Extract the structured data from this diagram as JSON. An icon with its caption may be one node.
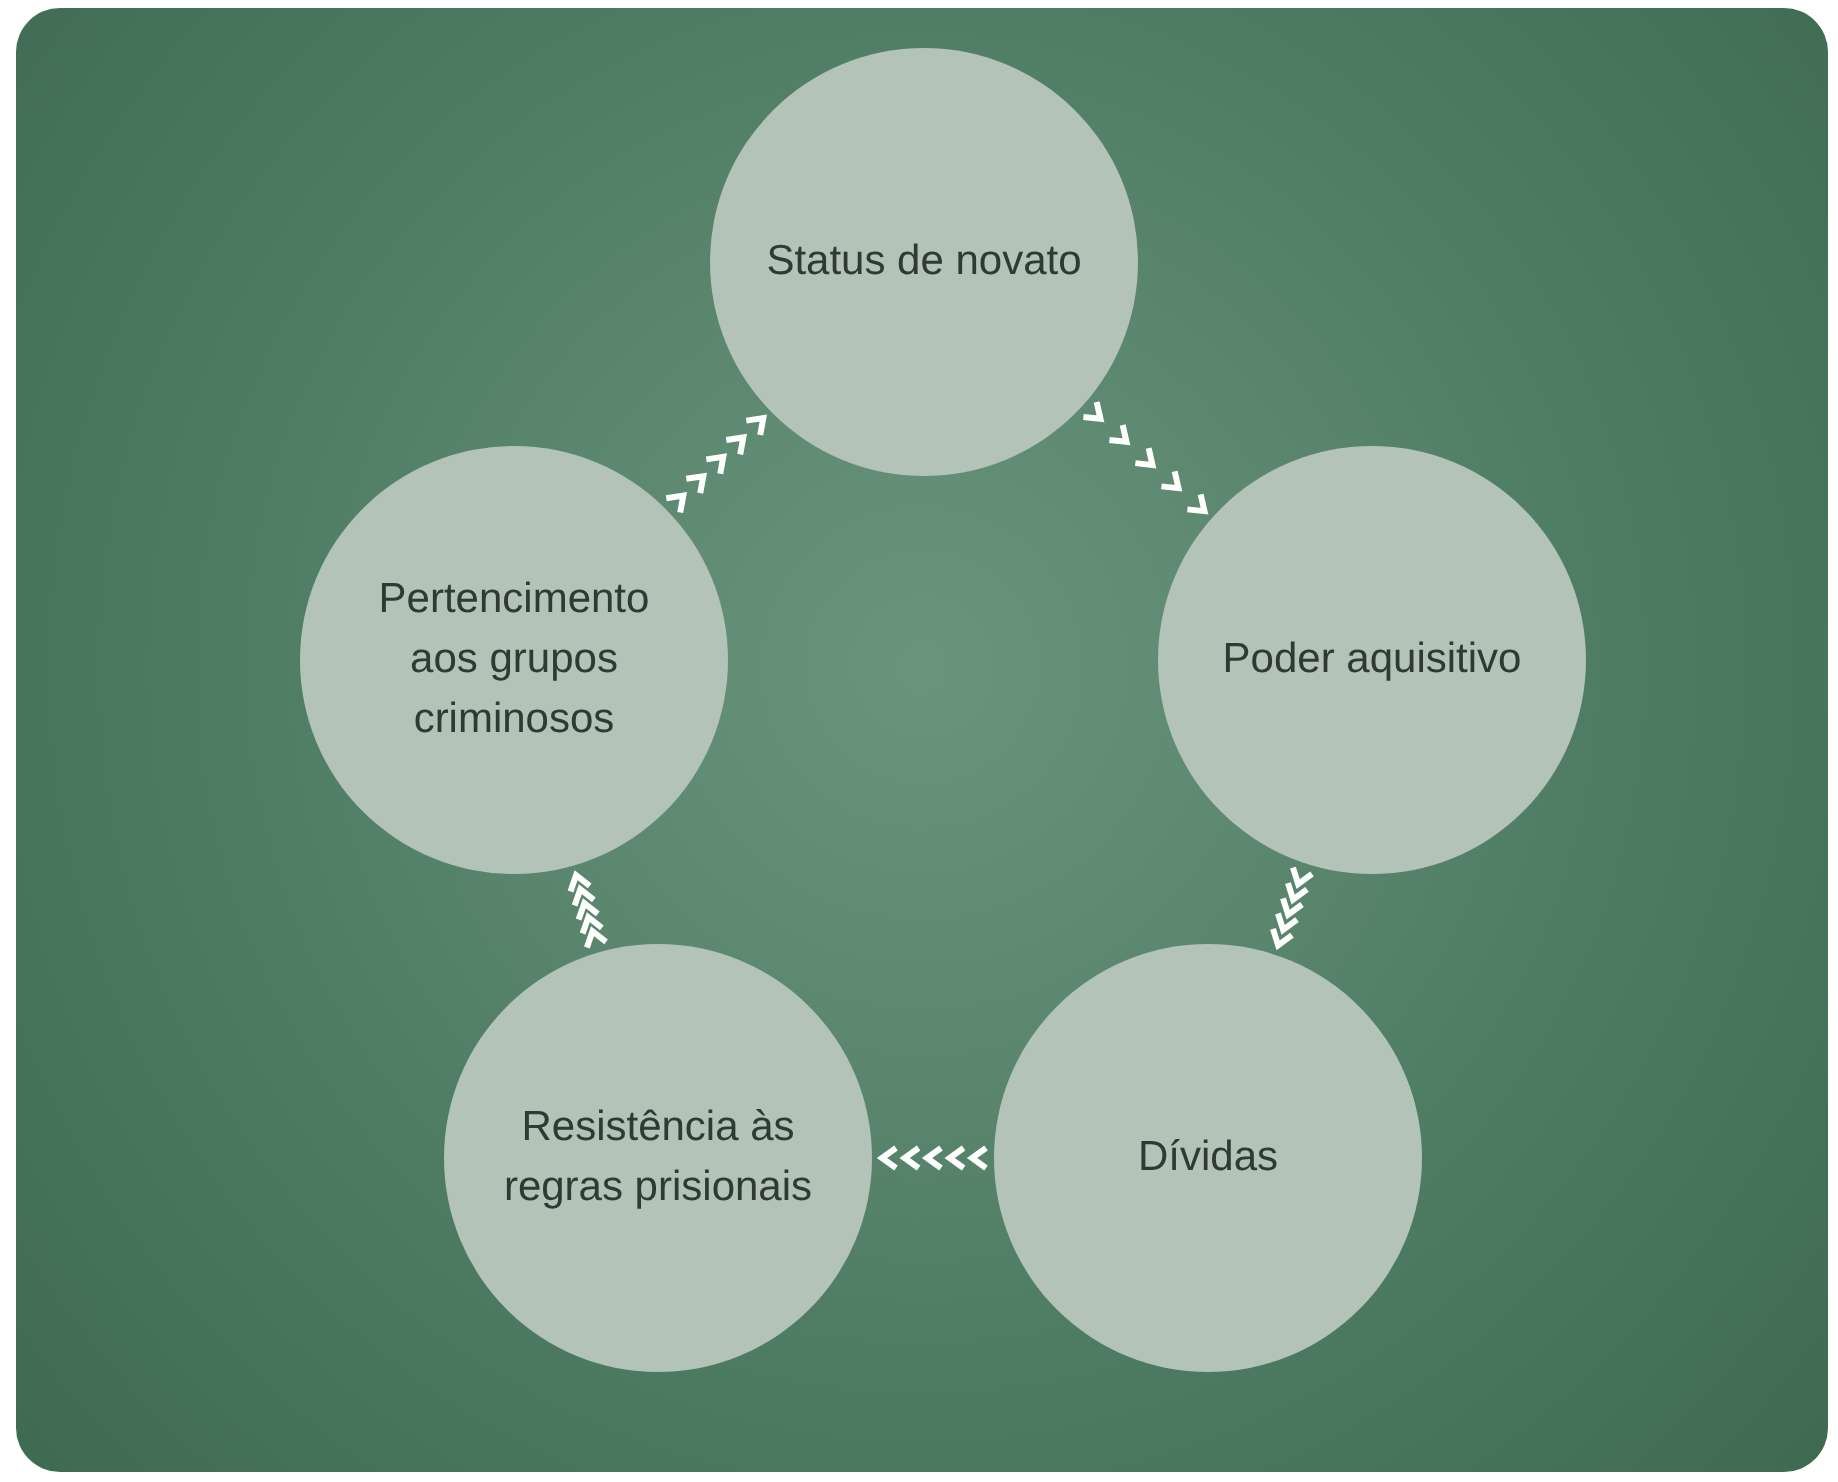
{
  "diagram": {
    "nodes": [
      {
        "text": [
          "Status de novato"
        ]
      },
      {
        "text": [
          "Poder aquisitivo"
        ]
      },
      {
        "text": [
          "Dívidas"
        ]
      },
      {
        "text": [
          "Resistência às regras prisionais"
        ]
      },
      {
        "text": [
          "Pertencimento aos grupos criminosos"
        ]
      }
    ],
    "edges": [
      {
        "from": 0,
        "to": 1,
        "arrow": "to"
      },
      {
        "from": 1,
        "to": 2,
        "arrow": "to"
      },
      {
        "from": 2,
        "to": 3,
        "arrow": "to"
      },
      {
        "from": 3,
        "to": 4,
        "arrow": "to"
      },
      {
        "from": 4,
        "to": 0,
        "arrow": "to"
      }
    ]
  }
}
